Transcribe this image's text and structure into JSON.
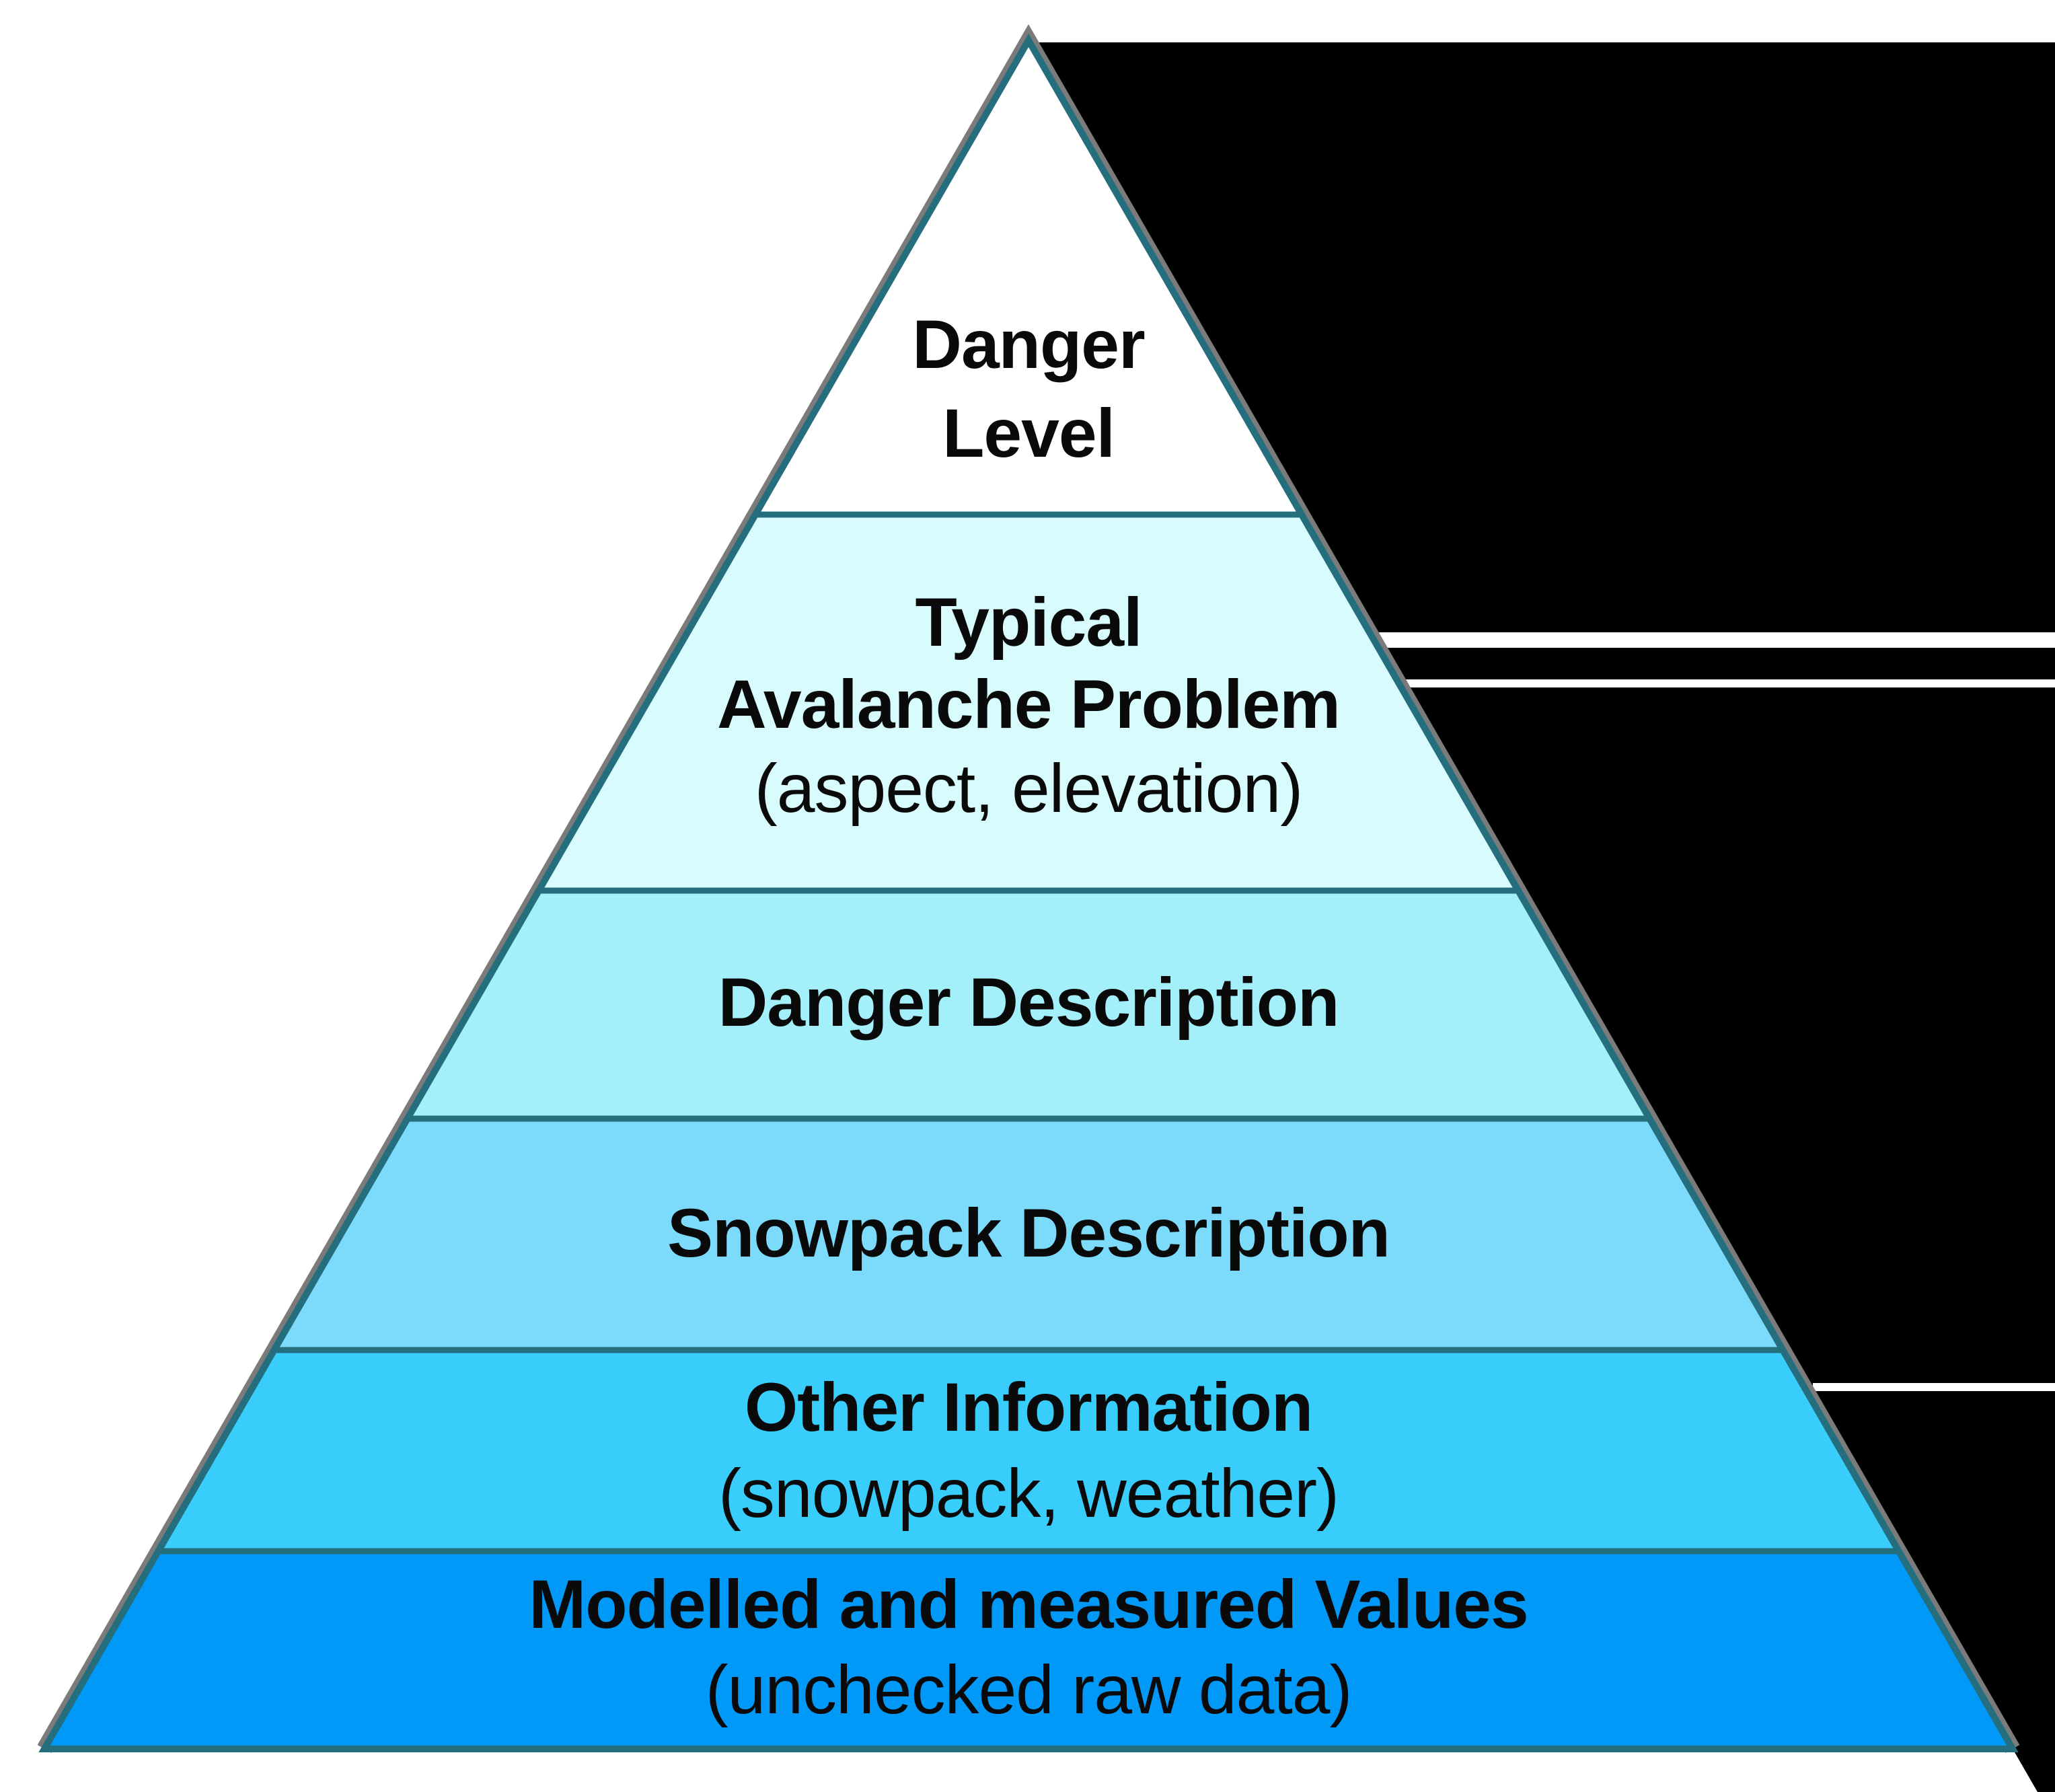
{
  "levels": [
    {
      "id": "danger-level",
      "color": "#FFFFFF",
      "lines": [
        "Danger",
        "Level"
      ]
    },
    {
      "id": "typical-avalanche-problem",
      "color": "#D8FBFE",
      "lines": [
        "Typical",
        "Avalanche Problem",
        "(aspect, elevation)"
      ]
    },
    {
      "id": "danger-description",
      "color": "#A4F0FA",
      "lines": [
        "Danger Description"
      ]
    },
    {
      "id": "snowpack-description",
      "color": "#7CDBFA",
      "lines": [
        "Snowpack Description"
      ]
    },
    {
      "id": "other-information",
      "color": "#38CDFB",
      "lines": [
        "Other Information",
        "(snowpack, weather)"
      ]
    },
    {
      "id": "modelled-measured-values",
      "color": "#0199F8",
      "lines": [
        "Modelled and measured Values",
        "(unchecked raw data)"
      ]
    }
  ],
  "colors": {
    "background": "#FFFFFF",
    "void": "#000000",
    "outline": "#256E7E",
    "edge_shadow": "#7B7B7B",
    "text": "#0A0A0A"
  }
}
